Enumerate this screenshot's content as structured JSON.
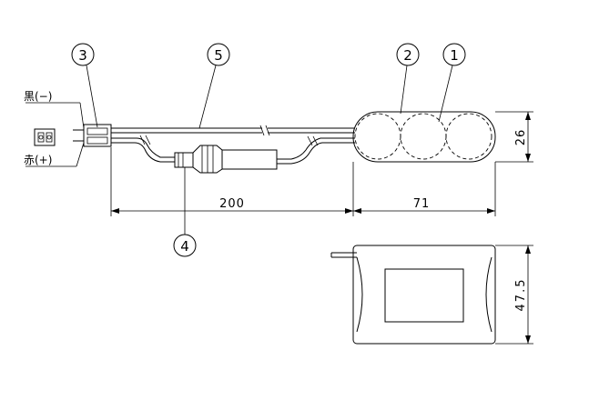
{
  "callouts": [
    {
      "id": "1",
      "label": "1"
    },
    {
      "id": "2",
      "label": "2"
    },
    {
      "id": "3",
      "label": "3"
    },
    {
      "id": "4",
      "label": "4"
    },
    {
      "id": "5",
      "label": "5"
    }
  ],
  "wire_labels": {
    "black": "黒(−)",
    "red": "赤(+)"
  },
  "dimensions": {
    "lead_length": "200",
    "pack_length": "71",
    "pack_height": "26",
    "pack_width": "47.5"
  }
}
